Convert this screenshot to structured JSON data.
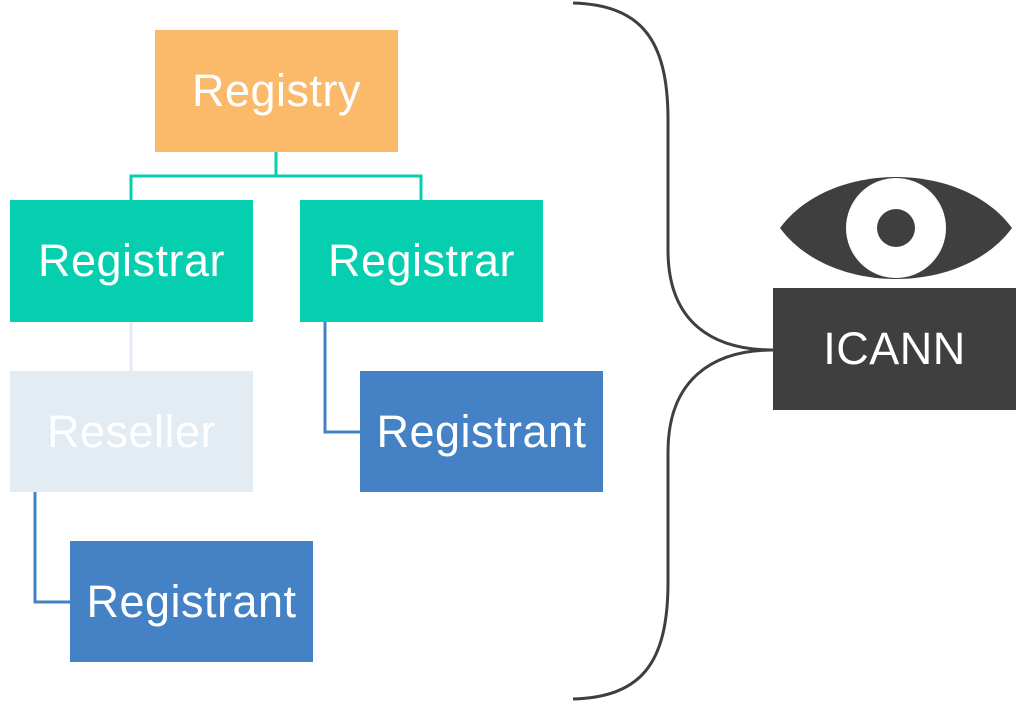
{
  "nodes": {
    "registry": "Registry",
    "registrar_left": "Registrar",
    "registrar_right": "Registrar",
    "reseller": "Reseller",
    "registrant_right": "Registrant",
    "registrant_left": "Registrant",
    "icann": "ICANN"
  },
  "icons": {
    "overseer": "eye-icon"
  },
  "colors": {
    "registry": "#fbb96a",
    "registrar": "#05cfaf",
    "reseller": "#e3ebf3",
    "registrant": "#4482c5",
    "icann": "#3f3f3f",
    "brace": "#3f3f3f"
  }
}
